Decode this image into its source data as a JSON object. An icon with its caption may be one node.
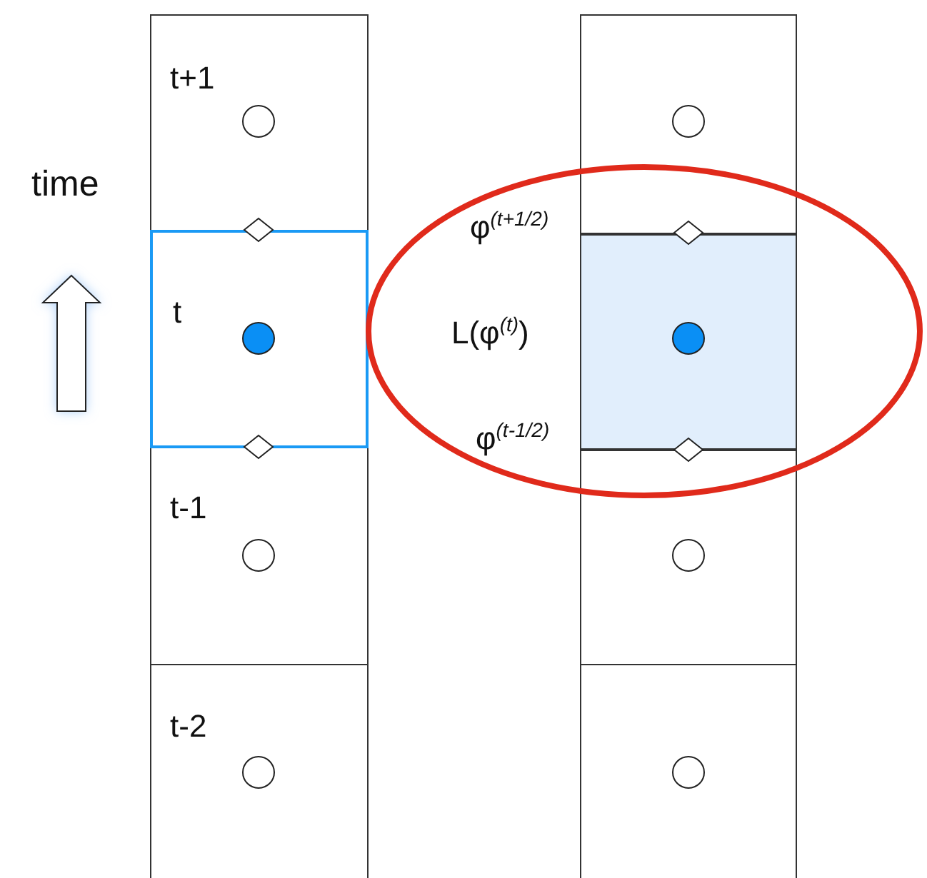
{
  "diagram": {
    "nodes": [
      {
        "text": [
          "t+1"
        ]
      },
      {
        "text": [
          "t"
        ]
      },
      {
        "text": [
          "t-1"
        ]
      },
      {
        "text": [
          "t-2"
        ]
      },
      {
        "text": [],
        "shape": "box"
      },
      {
        "text": [
          "φ$^{(t+1/2)}$",
          "L(φ$^{(t)}$)",
          "φ$^{(t-1/2)}$"
        ]
      },
      {
        "text": [],
        "shape": "box",
        "in": 5
      },
      {
        "text": [],
        "shape": "box"
      },
      {
        "text": [],
        "shape": "box"
      }
    ],
    "labels": [
      "time"
    ]
  }
}
